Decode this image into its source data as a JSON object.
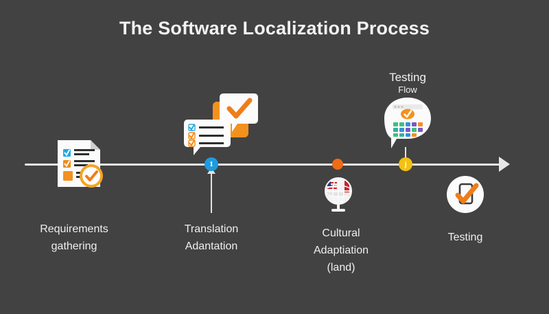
{
  "page": {
    "title": "The Software Localization Process",
    "background_color": "#424242",
    "axis_color": "#e8e8e8"
  },
  "colors": {
    "accent_orange": "#ef6c16",
    "accent_blue": "#1f9bdd",
    "accent_yellow": "#f2c112",
    "text": "#efefef"
  },
  "flow_caption": {
    "line1": "Testing",
    "line2": "Flow"
  },
  "steps": [
    {
      "id": "requirements",
      "label": "Requirements\ngathering",
      "icon": "document-checklist-icon",
      "marker": null
    },
    {
      "id": "translation",
      "label": "Translation\nAdantation",
      "icon": "chat-bubbles-icon",
      "marker": {
        "label": "1",
        "color": "#1f9bdd"
      }
    },
    {
      "id": "cultural",
      "label": "Cultural\nAdaptiation\n(land)",
      "icon": "globe-flags-icon",
      "marker": {
        "label": "",
        "color": "#ef6c16"
      }
    },
    {
      "id": "testing-flow",
      "label": "",
      "icon": "testing-window-bubble-icon",
      "marker": {
        "label": "j",
        "color": "#f2c112"
      }
    },
    {
      "id": "testing",
      "label": "Testing",
      "icon": "mobile-check-icon",
      "marker": null
    }
  ]
}
